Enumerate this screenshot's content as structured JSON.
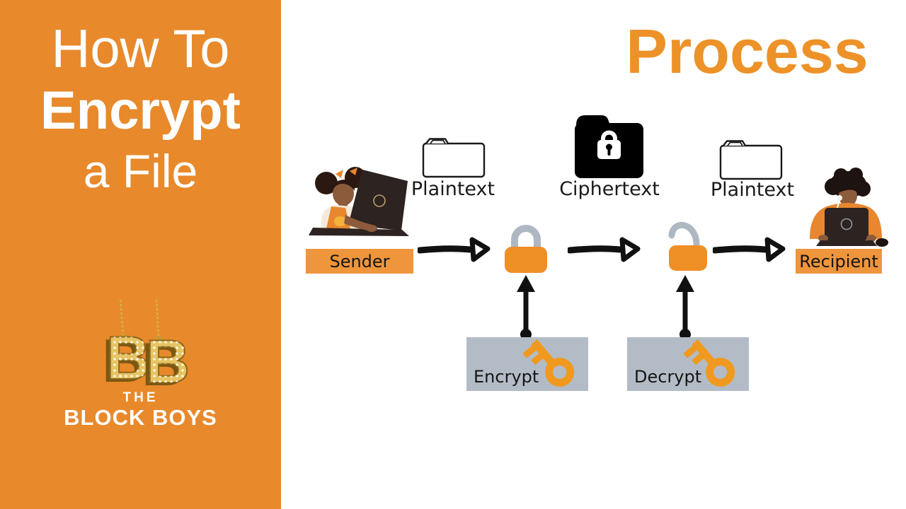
{
  "sidebar": {
    "title": {
      "line1": "How To",
      "line2": "Encrypt",
      "line3": "a File"
    },
    "logo": {
      "monogram_letter": "B",
      "tagline_top": "THE",
      "tagline_bottom": "BLOCK BOYS"
    }
  },
  "main": {
    "heading": "Process",
    "nodes": {
      "sender": "Sender",
      "plaintext_left": "Plaintext",
      "ciphertext": "Ciphertext",
      "plaintext_right": "Plaintext",
      "recipient": "Recipient",
      "encrypt": "Encrypt",
      "decrypt": "Decrypt"
    }
  },
  "colors": {
    "sidebar_orange": "#E8892B",
    "heading_orange": "#ED9228",
    "label_box_orange": "#EF953C",
    "lock_body_orange": "#EE8F26",
    "key_orange": "#F0991F",
    "panel_gray": "#B3BCC6",
    "shackle_gray": "#AEB8C2",
    "ink_black": "#1A1A1A",
    "gold": "#E6C464",
    "white": "#FFFFFF"
  }
}
